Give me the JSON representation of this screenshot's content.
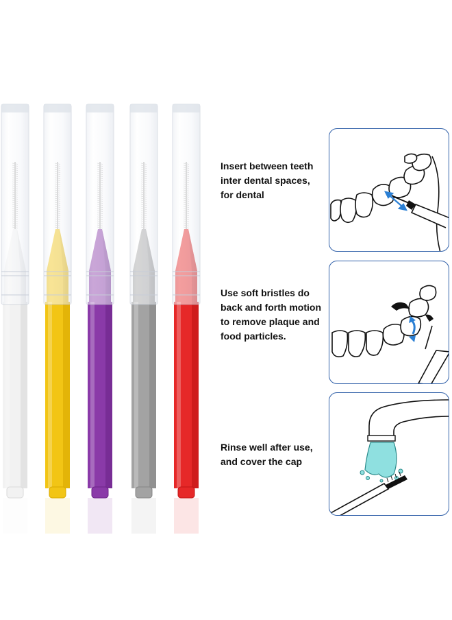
{
  "steps": [
    {
      "lines": [
        "Insert between teeth",
        "inter dental spaces,",
        "for dental"
      ],
      "icon": "interdental-insert-illustration"
    },
    {
      "lines": [
        "Use soft bristles do",
        "back and forth motion",
        "to remove plaque and",
        "food particles."
      ],
      "icon": "brushing-motion-illustration"
    },
    {
      "lines": [
        "Rinse well after use,",
        "and cover the cap"
      ],
      "icon": "rinse-faucet-illustration"
    }
  ],
  "brushes": [
    {
      "color": "white",
      "handle": "#f2f2f2",
      "shade": "#d9d9d9"
    },
    {
      "color": "yellow",
      "handle": "#f2c515",
      "shade": "#d8a900"
    },
    {
      "color": "purple",
      "handle": "#8a3aa8",
      "shade": "#6c2488"
    },
    {
      "color": "gray",
      "handle": "#a3a3a3",
      "shade": "#858585"
    },
    {
      "color": "red",
      "handle": "#e62828",
      "shade": "#c01414"
    }
  ],
  "colors": {
    "panel_border": "#2f5fa8",
    "text": "#111111",
    "arrow": "#2a7fd4",
    "water": "#8fe0e0"
  }
}
